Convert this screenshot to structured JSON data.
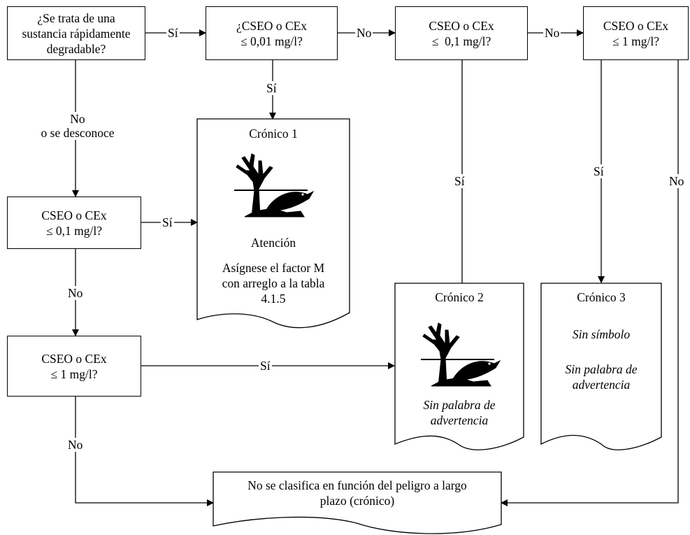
{
  "nodes": {
    "q_degradable": [
      "¿Se trata de una",
      "sustancia rápidamente",
      "degradable?"
    ],
    "q1_001": [
      "¿CSEO o CEx",
      "≤ 0,01 mg/l?"
    ],
    "q1_01": [
      "CSEO o CEx",
      "≤  0,1 mg/l?"
    ],
    "q1_1": [
      "CSEO o CEx",
      "≤ 1 mg/l?"
    ],
    "q2_01": [
      "CSEO o CEx",
      "≤ 0,1 mg/l?"
    ],
    "q2_1": [
      "CSEO o CEx",
      "≤ 1 mg/l?"
    ]
  },
  "results": {
    "cronico1": {
      "title": "Crónico 1",
      "signal": "Atención",
      "note": [
        "Asígnese el factor M",
        "con arreglo a la tabla",
        "4.1.5"
      ]
    },
    "cronico2": {
      "title": "Crónico 2",
      "note": [
        "Sin palabra de",
        "advertencia"
      ]
    },
    "cronico3": {
      "title": "Crónico 3",
      "symbol": "Sin símbolo",
      "note": [
        "Sin palabra de",
        "advertencia"
      ]
    },
    "no_clasifica": [
      "No se clasifica en función del peligro a largo",
      "plazo (crónico)"
    ]
  },
  "edges": {
    "si": "Sí",
    "no": "No",
    "no_desconoce": [
      "No",
      "o se desconoce"
    ]
  },
  "icons": [
    "environment-hazard-icon"
  ]
}
